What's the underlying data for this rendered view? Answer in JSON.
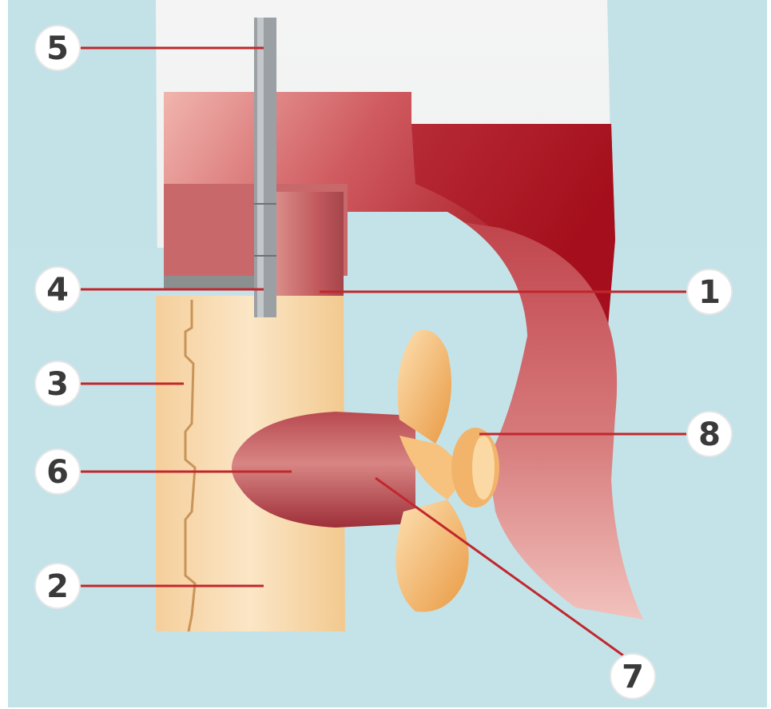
{
  "diagram": {
    "colors": {
      "water": "#bfe1e6",
      "hull": "#c0444c",
      "hull_dark": "#a80f1e",
      "rudder": "#f6d3a2",
      "propeller": "#f0ad5a",
      "leader_line": "#c1272d",
      "label_text": "#3a3a3a"
    },
    "labels": [
      {
        "id": "1",
        "text": "1"
      },
      {
        "id": "2",
        "text": "2"
      },
      {
        "id": "3",
        "text": "3"
      },
      {
        "id": "4",
        "text": "4"
      },
      {
        "id": "5",
        "text": "5"
      },
      {
        "id": "6",
        "text": "6"
      },
      {
        "id": "7",
        "text": "7"
      },
      {
        "id": "8",
        "text": "8"
      }
    ]
  }
}
